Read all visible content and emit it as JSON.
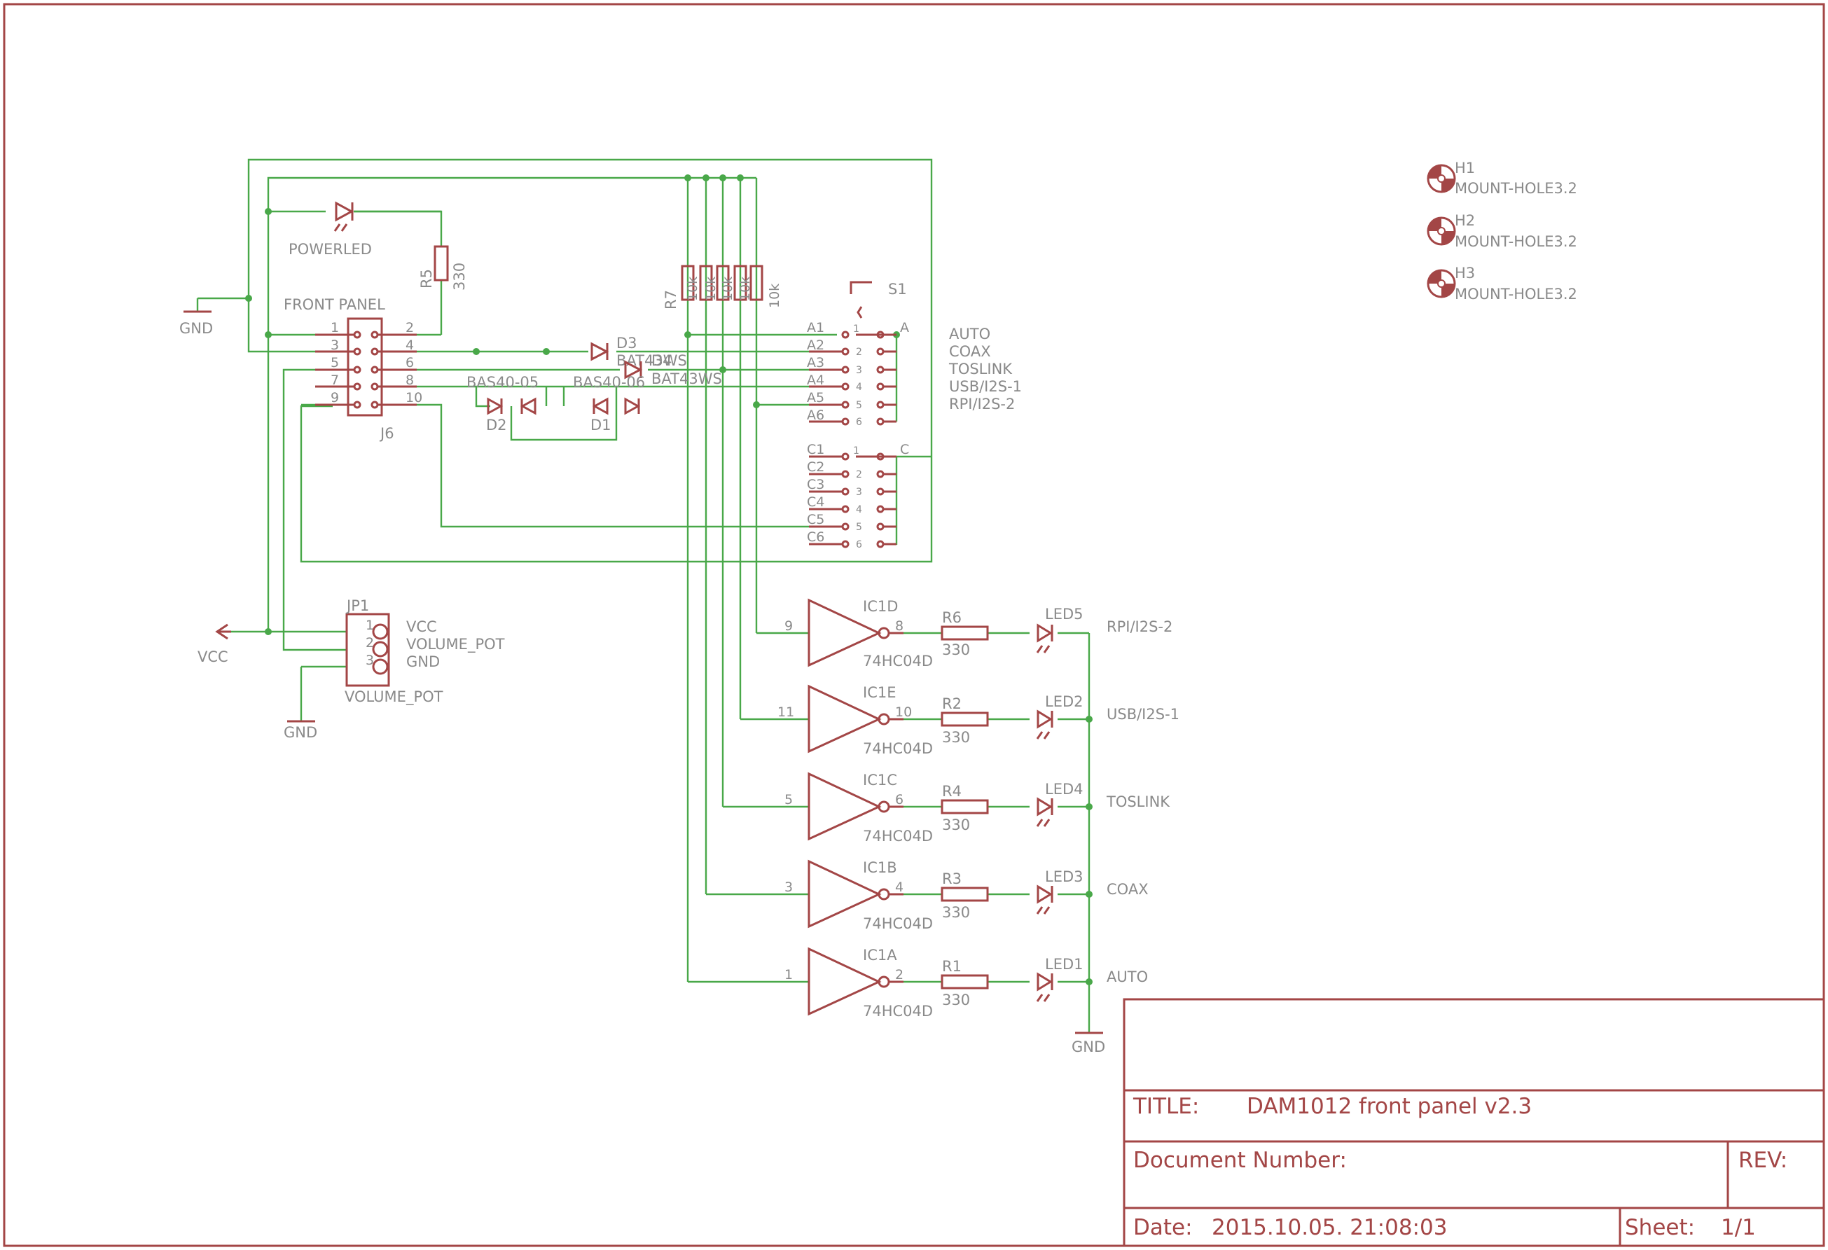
{
  "title_block": {
    "title_label": "TITLE:",
    "title": "DAM1012 front panel v2.3",
    "document_number_label": "Document Number:",
    "rev_label": "REV:",
    "date_label": "Date:",
    "date": "2015.10.05. 21:08:03",
    "sheet_label": "Sheet:",
    "sheet": "1/1"
  },
  "colors": {
    "frame": "#a34646",
    "wire": "#49a849",
    "label": "#8a8a8a"
  },
  "mount_holes": [
    {
      "name": "H1",
      "value": "MOUNT-HOLE3.2"
    },
    {
      "name": "H2",
      "value": "MOUNT-HOLE3.2"
    },
    {
      "name": "H3",
      "value": "MOUNT-HOLE3.2"
    }
  ],
  "j6": {
    "name": "J6",
    "title": "FRONT PANEL",
    "pins_left": [
      "1",
      "3",
      "5",
      "7",
      "9"
    ],
    "pins_right": [
      "2",
      "4",
      "6",
      "8",
      "10"
    ]
  },
  "power": {
    "gnd": "GND",
    "vcc": "VCC"
  },
  "powerled": {
    "name": "POWERLED"
  },
  "r5": {
    "name": "R5",
    "value": "330"
  },
  "r7": {
    "name": "R7",
    "values": [
      "10k",
      "10k",
      "10k",
      "10k",
      "10k"
    ]
  },
  "diodes": [
    {
      "name": "D3",
      "value": "BAT43WS"
    },
    {
      "name": "D4",
      "value": "BAT43WS"
    },
    {
      "name": "D2",
      "value": "BAS40-05"
    },
    {
      "name": "D1",
      "value": "BAS40-06"
    }
  ],
  "s1": {
    "name": "S1",
    "pins_a": [
      "A1",
      "A2",
      "A3",
      "A4",
      "A5",
      "A6"
    ],
    "pins_c": [
      "C1",
      "C2",
      "C3",
      "C4",
      "C5",
      "C6"
    ],
    "pin_numbers": [
      "1",
      "2",
      "3",
      "4",
      "5",
      "6"
    ],
    "common_a": "A",
    "common_c": "C",
    "positions": [
      "AUTO",
      "COAX",
      "TOSLINK",
      "USB/I2S-1",
      "RPI/I2S-2"
    ]
  },
  "jp1": {
    "name": "JP1",
    "value": "VOLUME_POT",
    "pins": [
      "1",
      "2",
      "3"
    ],
    "signals": [
      "VCC",
      "VOLUME_POT",
      "GND"
    ]
  },
  "inverters": [
    {
      "name": "IC1D",
      "value": "74HC04D",
      "pin_in": "9",
      "pin_out": "8",
      "resistor": "R6",
      "r_value": "330",
      "led": "LED5",
      "label": "RPI/I2S-2"
    },
    {
      "name": "IC1E",
      "value": "74HC04D",
      "pin_in": "11",
      "pin_out": "10",
      "resistor": "R2",
      "r_value": "330",
      "led": "LED2",
      "label": "USB/I2S-1"
    },
    {
      "name": "IC1C",
      "value": "74HC04D",
      "pin_in": "5",
      "pin_out": "6",
      "resistor": "R4",
      "r_value": "330",
      "led": "LED4",
      "label": "TOSLINK"
    },
    {
      "name": "IC1B",
      "value": "74HC04D",
      "pin_in": "3",
      "pin_out": "4",
      "resistor": "R3",
      "r_value": "330",
      "led": "LED3",
      "label": "COAX"
    },
    {
      "name": "IC1A",
      "value": "74HC04D",
      "pin_in": "1",
      "pin_out": "2",
      "resistor": "R1",
      "r_value": "330",
      "led": "LED1",
      "label": "AUTO"
    }
  ]
}
